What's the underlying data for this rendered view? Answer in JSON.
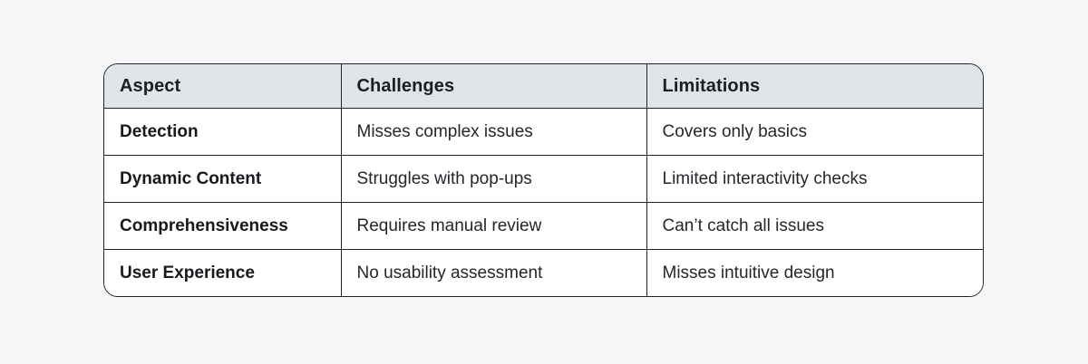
{
  "colors": {
    "page_background": "#f5f6f8",
    "header_background": "#e0e3e7",
    "border": "#20242a",
    "header_text": "#1b1f24",
    "body_text": "#23272c",
    "cell_background": "#ffffff"
  },
  "table": {
    "headers": [
      "Aspect",
      "Challenges",
      "Limitations"
    ],
    "rows": [
      [
        "Detection",
        "Misses complex issues",
        "Covers only basics"
      ],
      [
        "Dynamic Content",
        "Struggles with pop-ups",
        "Limited interactivity checks"
      ],
      [
        "Comprehensiveness",
        "Requires manual review",
        "Can’t catch all issues"
      ],
      [
        "User Experience",
        "No usability assessment",
        "Misses intuitive design"
      ]
    ]
  },
  "chart_data": {
    "type": "table",
    "title": "",
    "columns": [
      "Aspect",
      "Challenges",
      "Limitations"
    ],
    "rows": [
      [
        "Detection",
        "Misses complex issues",
        "Covers only basics"
      ],
      [
        "Dynamic Content",
        "Struggles with pop-ups",
        "Limited interactivity checks"
      ],
      [
        "Comprehensiveness",
        "Requires manual review",
        "Can’t catch all issues"
      ],
      [
        "User Experience",
        "No usability assessment",
        "Misses intuitive design"
      ]
    ],
    "layout_hints": {
      "header_shaded": true,
      "rounded_corners": true,
      "first_column_bold": true,
      "grid": "full"
    }
  }
}
